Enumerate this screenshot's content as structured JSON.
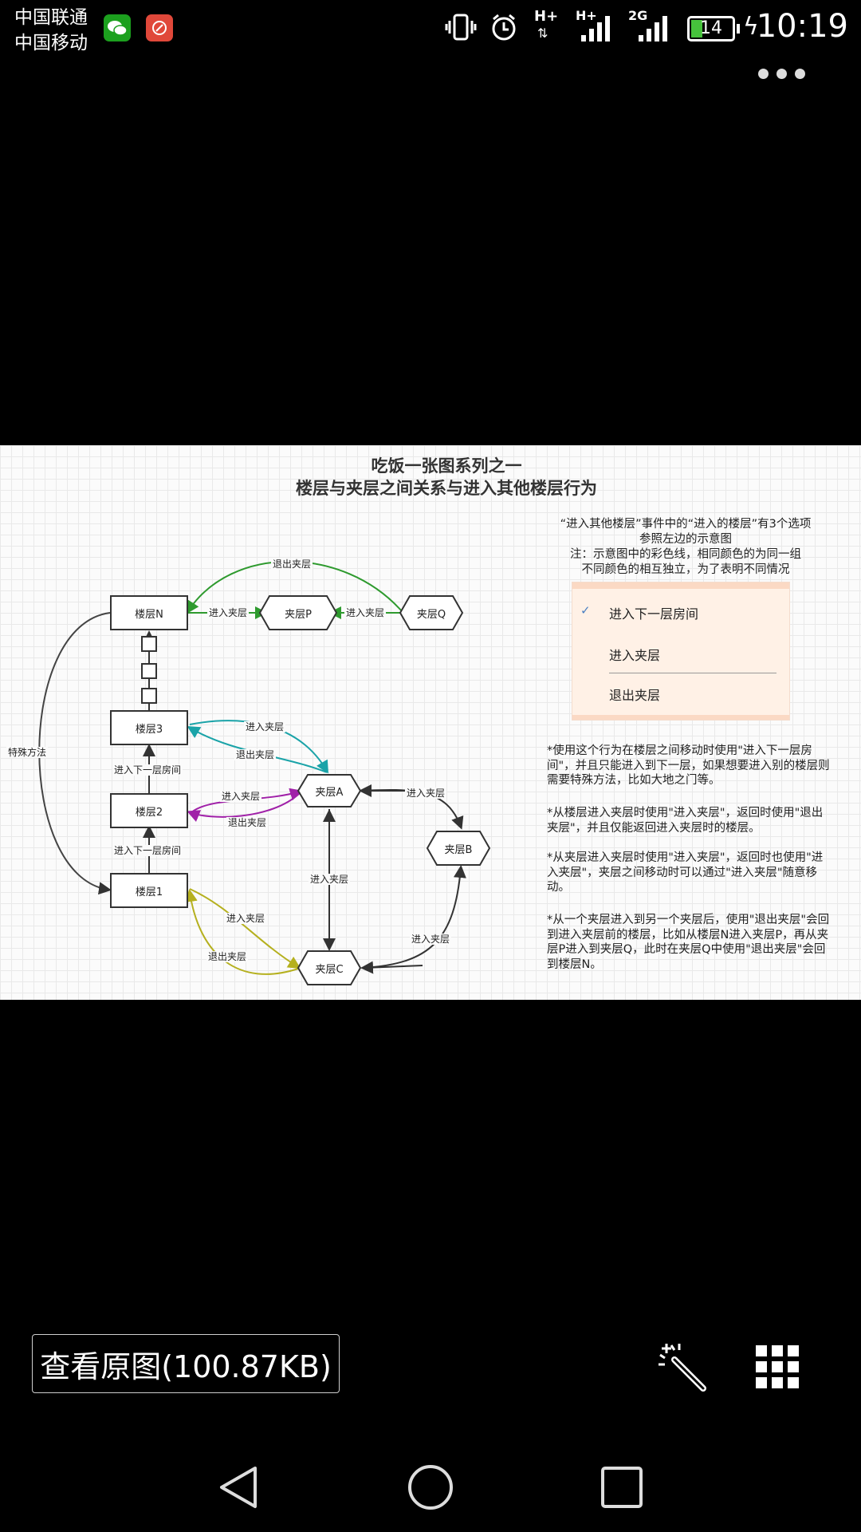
{
  "status_bar": {
    "carrier1": "中国联通",
    "carrier2": "中国移动",
    "net1": "H+",
    "net2": "H+",
    "net3": "2G",
    "battery": "14",
    "time": "10:19",
    "icons": [
      "wechat-icon",
      "app-icon",
      "vibrate-icon",
      "alarm-icon",
      "signal-icon",
      "battery-icon",
      "charging-icon"
    ]
  },
  "image": {
    "title1": "吃饭一张图系列之一",
    "title2": "楼层与夹层之间关系与进入其他楼层行为",
    "nodes": {
      "floorN": "楼层N",
      "floor3": "楼层3",
      "floor2": "楼层2",
      "floor1": "楼层1",
      "mezP": "夹层P",
      "mezQ": "夹层Q",
      "mezA": "夹层A",
      "mezB": "夹层B",
      "mezC": "夹层C"
    },
    "labels": {
      "exit_top": "退出夹层",
      "enter_np": "进入夹层",
      "enter_pq": "进入夹层",
      "special": "特殊方法",
      "enter_3a": "进入夹层",
      "exit_3a": "退出夹层",
      "next_2_3": "进入下一层房间",
      "enter_2a": "进入夹层",
      "exit_2a": "退出夹层",
      "next_1_2": "进入下一层房间",
      "enter_ab": "进入夹层",
      "enter_ac": "进入夹层",
      "enter_1c": "进入夹层",
      "exit_1c": "退出夹层",
      "enter_cb": "进入夹层"
    },
    "notes": {
      "n1": "“进入其他楼层”事件中的“进入的楼层”有3个选项",
      "n2": "参照左边的示意图",
      "n3": "注：示意图中的彩色线，相同颜色的为同一组",
      "n4": "不同颜色的相互独立，为了表明不同情况"
    },
    "dropdown": {
      "check": "✓",
      "item1": "进入下一层房间",
      "item2": "进入夹层",
      "item3": "退出夹层"
    },
    "paras": {
      "p1": "*使用这个行为在楼层之间移动时使用\"进入下一层房间\"，并且只能进入到下一层，如果想要进入别的楼层则需要特殊方法，比如大地之门等。",
      "p2": "*从楼层进入夹层时使用\"进入夹层\"，返回时使用\"退出夹层\"，并且仅能返回进入夹层时的楼层。",
      "p3": "*从夹层进入夹层时使用\"进入夹层\"，返回时也使用\"进入夹层\"，夹层之间移动时可以通过\"进入夹层\"随意移动。",
      "p4": "*从一个夹层进入到另一个夹层后，使用\"退出夹层\"会回到进入夹层前的楼层，比如从楼层N进入夹层P，再从夹层P进入到夹层Q，此时在夹层Q中使用\"退出夹层\"会回到楼层N。"
    },
    "colors": {
      "green": "#2e9a2e",
      "teal": "#1aa3a8",
      "purple": "#a020a8",
      "olive": "#b5b01e",
      "dark": "#444444"
    }
  },
  "bottom": {
    "view_original": "查看原图(100.87KB)",
    "icons": [
      "magic-wand-icon",
      "grid-icon"
    ]
  },
  "nav": {
    "icons": [
      "back-icon",
      "home-icon",
      "recents-icon"
    ]
  }
}
